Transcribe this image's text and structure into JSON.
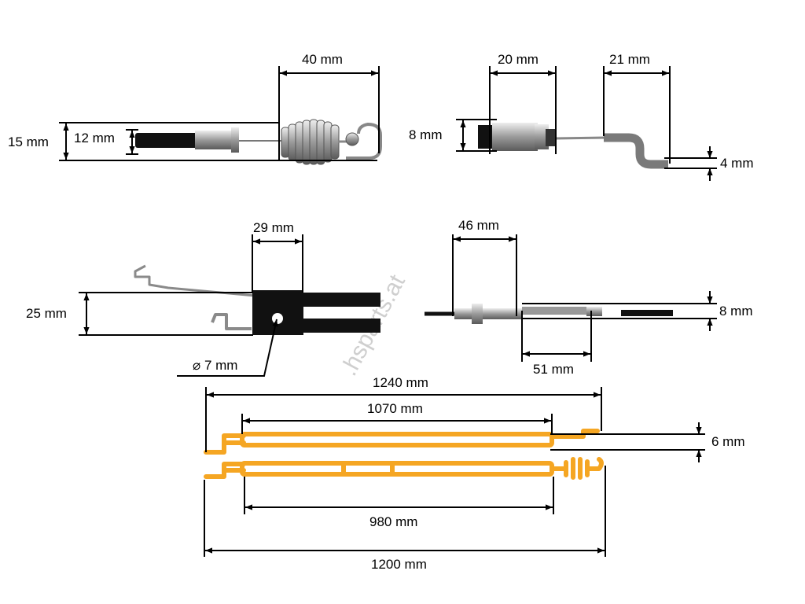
{
  "watermark": ".hsparts.at",
  "accent_color": "#f5a623",
  "parts": {
    "spring_end": {
      "height_outer": "15 mm",
      "height_inner": "12 mm",
      "length": "40 mm"
    },
    "z_end": {
      "nipple_length": "20 mm",
      "hook_length": "21 mm",
      "diameter": "8 mm",
      "hook_diameter": "4 mm"
    },
    "bracket": {
      "width": "29 mm",
      "height": "25 mm",
      "hole": "⌀ 7 mm"
    },
    "threaded_end": {
      "thread_length": "46 mm",
      "diameter": "8 mm",
      "sleeve_length": "51 mm"
    },
    "cable_overview": {
      "total_top": "1240 mm",
      "inner_top": "1070 mm",
      "gap": "6 mm",
      "inner_bottom": "980 mm",
      "total_bottom": "1200 mm"
    }
  }
}
